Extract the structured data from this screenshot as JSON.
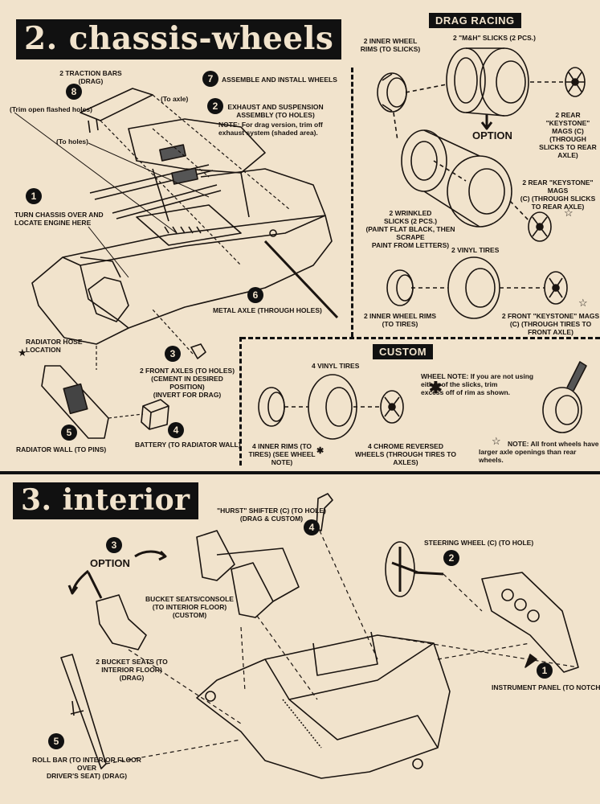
{
  "section2": {
    "title": "2. chassis-wheels",
    "steps": {
      "s1": "1",
      "s2": "2",
      "s3": "3",
      "s4": "4",
      "s5": "5",
      "s6": "6",
      "s7": "7",
      "s8": "8"
    },
    "labels": {
      "traction_bars": "2 TRACTION BARS\n(Drag)",
      "to_axle": "(To axle)",
      "trim_holes": "(Trim open flashed holes)",
      "to_holes": "(To holes)",
      "assemble": "ASSEMBLE AND INSTALL WHEELS",
      "exhaust": "EXHAUST AND SUSPENSION\nASSEMBLY (To holes)",
      "exhaust_note_head": "NOTE:",
      "exhaust_note": " For drag version, trim off\nexhaust system (shaded area).",
      "turn_chassis": "TURN CHASSIS OVER AND\nLOCATE ENGINE HERE",
      "metal_axle": "METAL AXLE (Through holes)",
      "radiator_hose": "RADIATOR HOSE\nLOCATION",
      "front_axles": "2 FRONT AXLES (To holes)\n(Cement in desired position)\n(Invert for drag)",
      "battery": "BATTERY (To radiator wall)",
      "radiator_wall": "RADIATOR WALL (To pins)"
    }
  },
  "drag": {
    "tag": "DRAG RACING",
    "inner_rims_slicks": "2 INNER WHEEL\nRIMS (To slicks)",
    "mh_slicks": "2 \"M&H\" SLICKS (2 Pcs.)",
    "rear_keystone_1": "2 REAR \"KEYSTONE\"\nMAGS (C) (Through\nslicks to rear axle)",
    "option": "OPTION",
    "rear_keystone_2": "2 REAR \"KEYSTONE\" MAGS\n(C) (Through slicks\nto rear axle)",
    "wrinkled": "2 WRINKLED\nSLICKS (2 Pcs.)\n(Paint flat black, then scrape\npaint from letters)",
    "vinyl_tires": "2 VINYL TIRES",
    "inner_rims_tires": "2 INNER WHEEL RIMS\n(To tires)",
    "front_keystone": "2 FRONT \"KEYSTONE\" MAGS\n(C) (Through tires to front axle)"
  },
  "custom": {
    "tag": "CUSTOM",
    "vinyl4": "4 VINYL TIRES",
    "wheel_note_head": "WHEEL NOTE:",
    "wheel_note": " If you are not using\neither of the slicks, trim\nexcess off of rim as shown.",
    "inner_rims4": "4 INNER RIMS (To\ntires) (See wheel note)",
    "chrome": "4 CHROME REVERSED\nWHEELS (Through tires to axles)",
    "note_head": "NOTE:",
    "note": " All front wheels have\nlarger axle openings than rear wheels."
  },
  "section3": {
    "title": "3. interior",
    "steps": {
      "s1": "1",
      "s2": "2",
      "s3": "3",
      "s4": "4",
      "s5": "5"
    },
    "labels": {
      "shifter": "\"HURST\" SHIFTER (C) (To hole)\n(Drag & Custom)",
      "option": "OPTION",
      "steering": "STEERING WHEEL (C) (To hole)",
      "bucket_console": "BUCKET SEATS/CONSOLE\n(To interior floor) (Custom)",
      "bucket_seats": "2 BUCKET SEATS (To\ninterior floor) (Drag)",
      "instrument": "INSTRUMENT PANEL (To notches)",
      "roll_bar": "ROLL BAR (To interior floor over\ndriver's seat) (Drag)"
    }
  },
  "symbols": {
    "star": "☆",
    "asterisk": "✱",
    "black_star": "★"
  },
  "colors": {
    "paper": "#f1e3cc",
    "ink": "#111111"
  }
}
